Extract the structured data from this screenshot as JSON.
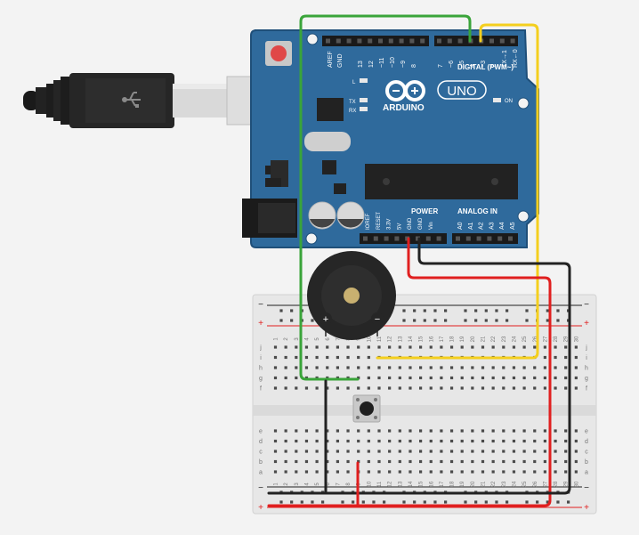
{
  "canvas": {
    "background": "#f3f3f3"
  },
  "colors": {
    "board": "#2f6a9c",
    "board_edge": "#1f4f79",
    "breadboard": "#e7e7e7",
    "wire_green": "#3aa43a",
    "wire_yellow": "#f4cf1e",
    "wire_red": "#e01f1f",
    "wire_black": "#222222"
  },
  "arduino": {
    "brand": "ARDUINO",
    "model": "UNO",
    "digital_header": "DIGITAL (PWM~)",
    "digital_pins": [
      "AREF",
      "GND",
      "13",
      "12",
      "~11",
      "~10",
      "~9",
      "8",
      "7",
      "~6",
      "~5",
      "4",
      "~3",
      "2",
      "TX→1",
      "RX←0"
    ],
    "led_l": "L",
    "led_tx": "TX",
    "led_rx": "RX",
    "led_on": "ON",
    "power_header": "POWER",
    "power_pins": [
      "IOREF",
      "RESET",
      "3.3V",
      "5V",
      "GND",
      "GND",
      "Vin"
    ],
    "analog_header": "ANALOG IN",
    "analog_pins": [
      "A0",
      "A1",
      "A2",
      "A3",
      "A4",
      "A5"
    ]
  },
  "buzzer": {
    "plus": "+",
    "minus": "−"
  },
  "breadboard": {
    "rail_plus": "+",
    "rail_minus": "−",
    "top_rows": [
      "j",
      "i",
      "h",
      "g",
      "f"
    ],
    "bottom_rows": [
      "e",
      "d",
      "c",
      "b",
      "a"
    ],
    "columns": [
      "1",
      "2",
      "3",
      "4",
      "5",
      "6",
      "7",
      "8",
      "9",
      "10",
      "11",
      "12",
      "13",
      "14",
      "15",
      "16",
      "17",
      "18",
      "19",
      "20",
      "21",
      "22",
      "23",
      "24",
      "25",
      "26",
      "27",
      "28",
      "29",
      "30"
    ]
  }
}
